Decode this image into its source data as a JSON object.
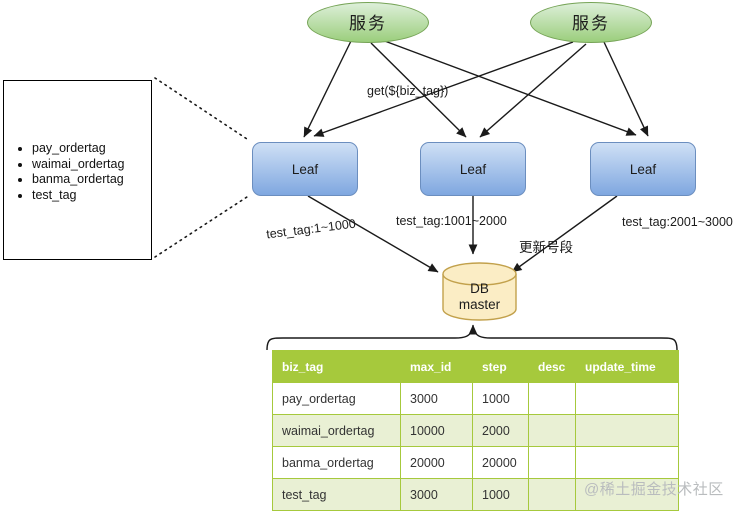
{
  "diagram": {
    "services": [
      {
        "label": "服务"
      },
      {
        "label": "服务"
      }
    ],
    "leaf_nodes": [
      {
        "label": "Leaf"
      },
      {
        "label": "Leaf"
      },
      {
        "label": "Leaf"
      }
    ],
    "callout": {
      "items": [
        "pay_ordertag",
        "waimai_ordertag",
        "banma_ordertag",
        "test_tag"
      ]
    },
    "labels": {
      "get_call": "get(${biz_tag})",
      "segment_left": "test_tag:1~1000",
      "segment_middle": "test_tag:1001~2000",
      "segment_right": "test_tag:2001~3000",
      "update_segment": "更新号段"
    },
    "database": {
      "line1": "DB",
      "line2": "master"
    }
  },
  "table": {
    "headers": [
      "biz_tag",
      "max_id",
      "step",
      "desc",
      "update_time"
    ],
    "rows": [
      {
        "cells": [
          "pay_ordertag",
          "3000",
          "1000",
          "",
          ""
        ]
      },
      {
        "cells": [
          "waimai_ordertag",
          "10000",
          "2000",
          "",
          ""
        ]
      },
      {
        "cells": [
          "banma_ordertag",
          "20000",
          "20000",
          "",
          ""
        ]
      },
      {
        "cells": [
          "test_tag",
          "3000",
          "1000",
          "",
          ""
        ]
      }
    ]
  },
  "watermark": "@稀土掘金技术社区",
  "colors": {
    "header-green": "#a6c93c",
    "row-alt": "#e9f0d4",
    "table-border": "#a6c93c",
    "ellipse-top": "#ddefd9",
    "ellipse-bottom": "#9bce7c",
    "ellipse-border": "#76a457",
    "leaf-top": "#cfe0f5",
    "leaf-bottom": "#7fa7e0",
    "leaf-border": "#6b8ebf",
    "cylinder-fill": "#fbedc5",
    "cylinder-border": "#c2a14c",
    "arrow-color": "#1a1a1a",
    "watermark-color": "#b9bcbe"
  }
}
